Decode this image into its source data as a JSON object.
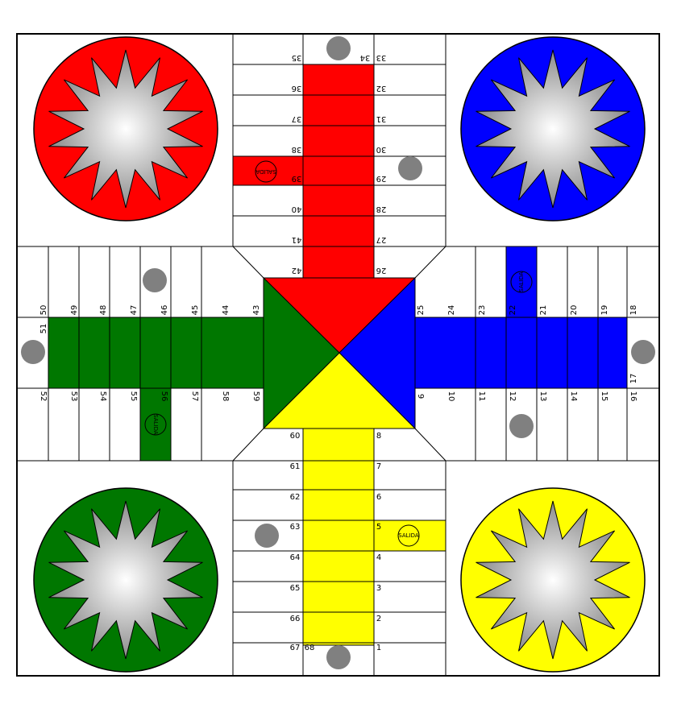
{
  "game": "parchis",
  "colors": {
    "red": "#ff0000",
    "blue": "#0000ff",
    "green": "#007700",
    "yellow": "#ffff00",
    "line": "#000000",
    "safe_spot": "#808080"
  },
  "homes": [
    {
      "color": "red",
      "corner": "top-left"
    },
    {
      "color": "blue",
      "corner": "top-right"
    },
    {
      "color": "green",
      "corner": "bottom-left"
    },
    {
      "color": "yellow",
      "corner": "bottom-right"
    }
  ],
  "salida_label": "SALIDA",
  "start_squares": {
    "yellow": 5,
    "blue": 22,
    "red": 39,
    "green": 56
  },
  "safe_squares": [
    12,
    17,
    29,
    34,
    46,
    51,
    63,
    68
  ],
  "center_triangles": {
    "top": "red",
    "right": "blue",
    "bottom": "yellow",
    "left": "green"
  },
  "square_numbers": {
    "bottom_right_col": [
      "8",
      "7",
      "6",
      "5",
      "4",
      "3",
      "2",
      "1"
    ],
    "bottom_left_col": [
      "60",
      "61",
      "62",
      "63",
      "64",
      "65",
      "66",
      "67"
    ],
    "bottom_extra": "68",
    "top_right_col": [
      "33",
      "32",
      "31",
      "30",
      "29",
      "28",
      "27",
      "26"
    ],
    "top_left_col": [
      "35",
      "36",
      "37",
      "38",
      "39",
      "40",
      "41",
      "42"
    ],
    "top_extra": "34",
    "right_top_row": [
      "25",
      "24",
      "23",
      "22",
      "21",
      "20",
      "19",
      "18"
    ],
    "right_bottom_row": [
      "9",
      "10",
      "11",
      "12",
      "13",
      "14",
      "15",
      "16"
    ],
    "right_extra": "17",
    "left_top_row": [
      "50",
      "49",
      "48",
      "47",
      "46",
      "45",
      "44",
      "43"
    ],
    "left_bottom_row": [
      "52",
      "53",
      "54",
      "55",
      "56",
      "57",
      "58",
      "59"
    ],
    "left_extra": "51"
  }
}
